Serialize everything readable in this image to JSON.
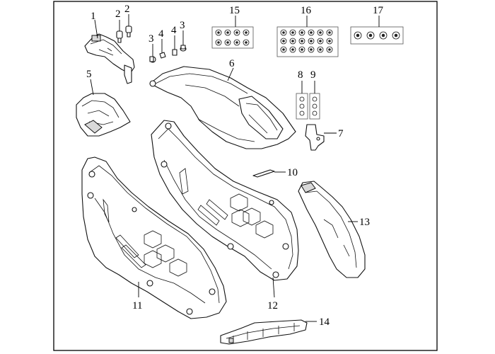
{
  "diagram": {
    "callouts": [
      {
        "id": "1",
        "label": "1"
      },
      {
        "id": "2a",
        "label": "2"
      },
      {
        "id": "2b",
        "label": "2"
      },
      {
        "id": "3a",
        "label": "3"
      },
      {
        "id": "3b",
        "label": "3"
      },
      {
        "id": "4",
        "label": "4"
      },
      {
        "id": "5",
        "label": "5"
      },
      {
        "id": "6",
        "label": "6"
      },
      {
        "id": "7",
        "label": "7"
      },
      {
        "id": "8",
        "label": "8"
      },
      {
        "id": "9",
        "label": "9"
      },
      {
        "id": "10",
        "label": "10"
      },
      {
        "id": "11",
        "label": "11"
      },
      {
        "id": "12",
        "label": "12"
      },
      {
        "id": "13",
        "label": "13"
      },
      {
        "id": "14",
        "label": "14"
      },
      {
        "id": "15",
        "label": "15"
      },
      {
        "id": "16",
        "label": "16"
      },
      {
        "id": "17",
        "label": "17"
      }
    ]
  }
}
